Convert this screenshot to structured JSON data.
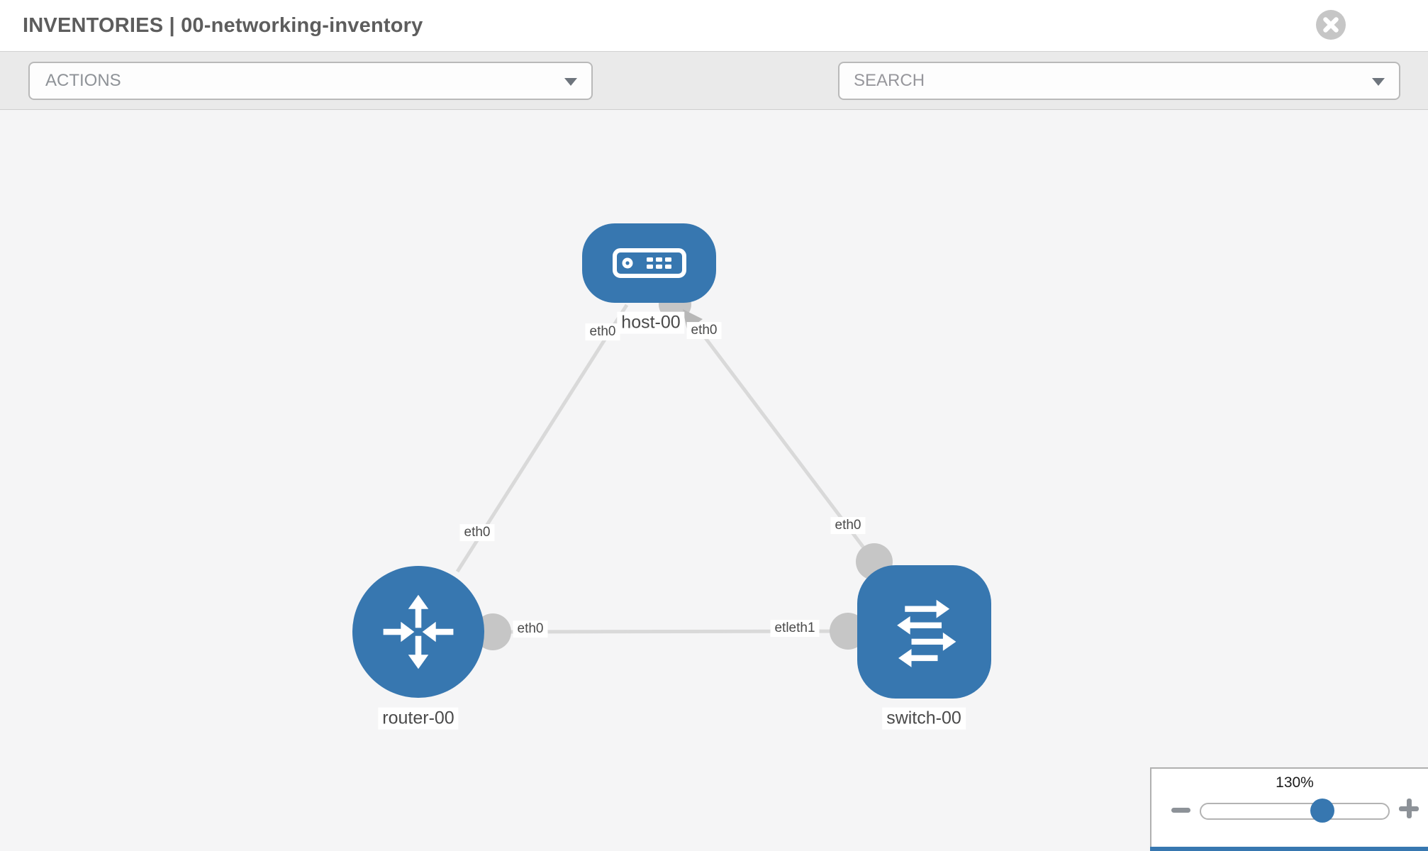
{
  "window": {
    "title": "INVENTORIES | 00-networking-inventory"
  },
  "toolbar": {
    "actions_label": "ACTIONS",
    "search_placeholder": "SEARCH"
  },
  "topology": {
    "nodes": [
      {
        "label": "host-00",
        "type": "host"
      },
      {
        "label": "router-00",
        "type": "router"
      },
      {
        "label": "switch-00",
        "type": "switch"
      }
    ],
    "links": [
      {
        "from": "host-00",
        "to": "router-00",
        "from_interface": "eth0",
        "to_interface": "eth0"
      },
      {
        "from": "host-00",
        "to": "switch-00",
        "from_interface": "eth0",
        "to_interface": "eth0"
      },
      {
        "from": "router-00",
        "to": "switch-00",
        "from_interface": "eth0",
        "to_interface": "etleth1"
      }
    ],
    "interface_labels": [
      {
        "text": "eth0"
      },
      {
        "text": "eth0"
      },
      {
        "text": "eth0"
      },
      {
        "text": "eth0"
      },
      {
        "text": "eth0"
      },
      {
        "text": "etleth1"
      }
    ]
  },
  "zoom_control": {
    "value": "130%"
  },
  "icons": {
    "close": "x-circle",
    "wrench": "wrench",
    "key": "key",
    "actions_chevron": "chevron-down",
    "search_chevron": "chevron-down",
    "zoom_out": "minus",
    "zoom_in": "plus"
  },
  "colors": {
    "node_blue": "#3777b0",
    "link_gray": "#d9d9d9",
    "endpoint_gray": "#c6c6c6",
    "canvas_bg": "#f5f5f6",
    "toolbar_bg": "#eaeaea",
    "accent_strip": "#3777b0"
  }
}
